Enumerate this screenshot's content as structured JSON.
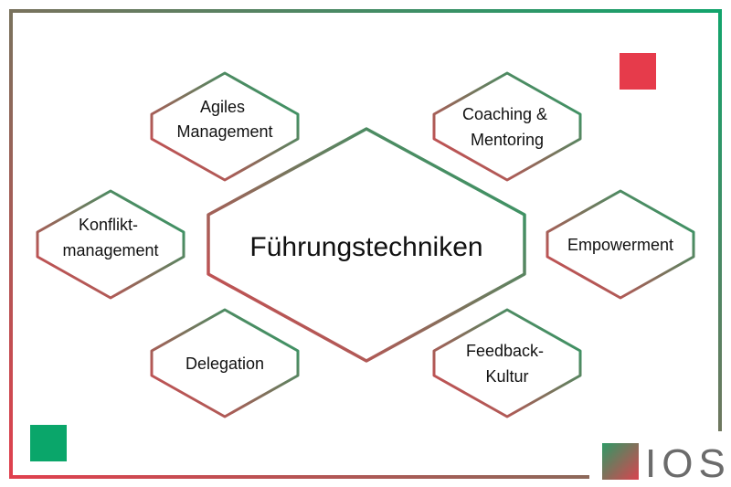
{
  "colors": {
    "green": "#1a9e6a",
    "red": "#d9434f",
    "accent_red": "#e63b4b",
    "accent_green": "#0aa66a",
    "logo_gray": "#6b6b6b"
  },
  "center": {
    "label": "Führungstechniken"
  },
  "nodes": [
    {
      "lines": [
        "Agiles",
        "Management"
      ]
    },
    {
      "lines": [
        "Coaching &",
        "Mentoring"
      ]
    },
    {
      "lines": [
        "Konflikt-",
        "management"
      ]
    },
    {
      "lines": [
        "Empowerment"
      ]
    },
    {
      "lines": [
        "Delegation"
      ]
    },
    {
      "lines": [
        "Feedback-",
        "Kultur"
      ]
    }
  ],
  "logo": {
    "text": "IOS"
  }
}
